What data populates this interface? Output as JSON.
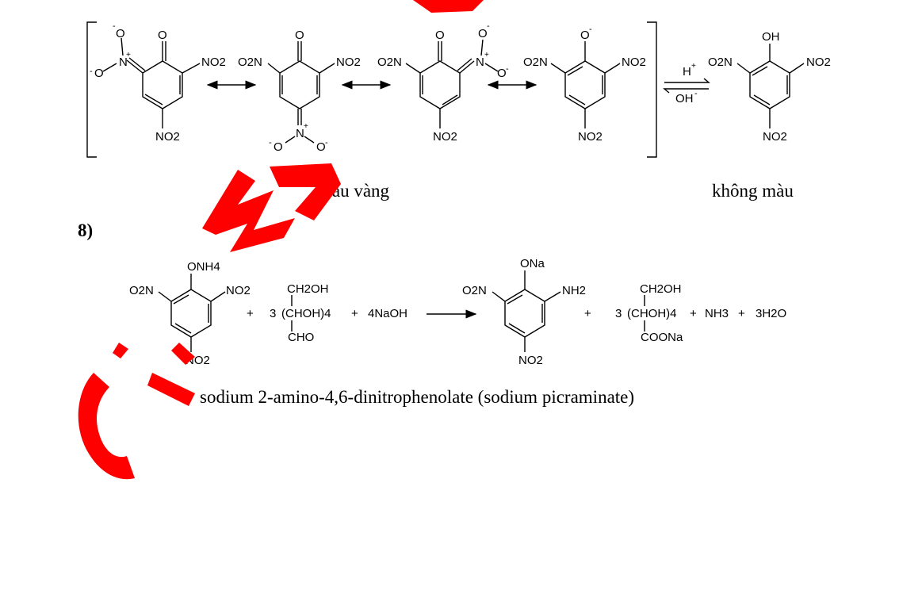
{
  "molecules": {
    "res1": {
      "top_o": "O",
      "n_plus": "N",
      "o_minus_top": "O",
      "o_minus_left": "O",
      "right_sub": "NO2",
      "bottom_sub": "NO2"
    },
    "res2": {
      "top_o": "O",
      "left_sub": "O2N",
      "right_sub": "NO2",
      "n_plus": "N",
      "o_minus_left": "O",
      "o_minus_right": "O"
    },
    "res3": {
      "top_o": "O",
      "left_sub": "O2N",
      "n_plus": "N",
      "o_minus_top": "O",
      "o_minus_right": "O",
      "bottom_sub": "NO2"
    },
    "res4": {
      "top_o": "O",
      "left_sub": "O2N",
      "right_sub": "NO2",
      "bottom_sub": "NO2"
    },
    "picric": {
      "top": "OH",
      "left_sub": "O2N",
      "right_sub": "NO2",
      "bottom_sub": "NO2"
    },
    "ammonium_picrate": {
      "top": "ONH4",
      "left_sub": "O2N",
      "right_sub": "NO2",
      "bottom_sub": "NO2"
    },
    "sodium_picraminate": {
      "top": "ONa",
      "left_sub": "O2N",
      "right_sub": "NH2",
      "bottom_sub": "NO2"
    }
  },
  "equilibrium": {
    "h_plus": "H",
    "oh_minus": "OH"
  },
  "reaction": {
    "plus1": "+",
    "coef_glucose": "3",
    "glucose_top": "CH2OH",
    "glucose_mid": "(CHOH)4",
    "glucose_bot": "CHO",
    "plus2": "+",
    "naoh": "4NaOH",
    "plus3": "+",
    "coef_gluconate": "3",
    "gluconate_top": "CH2OH",
    "gluconate_mid": "(CHOH)4",
    "gluconate_bot": "COONa",
    "plus4": "+",
    "nh3": "NH3",
    "plus5": "+",
    "h2o": "3H2O"
  },
  "labels": {
    "yellow": "màu vàng",
    "colorless": "không màu",
    "number": "8)",
    "product_name": "sodium 2-amino-4,6-dinitrophenolate (sodium picraminate)"
  },
  "watermark": {
    "color": "#ff0000"
  }
}
